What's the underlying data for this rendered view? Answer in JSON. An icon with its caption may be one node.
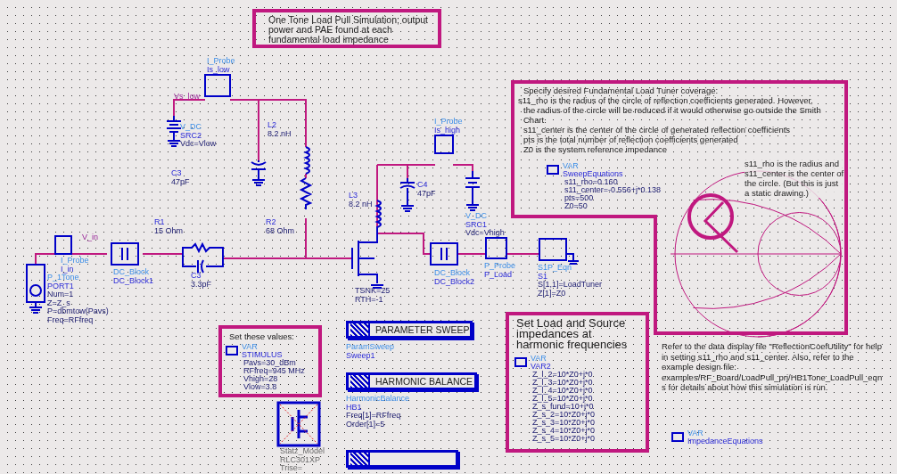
{
  "diagram": {
    "nodes": [
      {
        "text": [
          "One Tone Load Pull Simulation; output power and PAE found at each fundamental load impedance"
        ]
      },
      {
        "text": [
          "Specify desired Fundamental Load Tuner coverage:",
          "s11_rho is the radius of the circle of reflection coefficients generated. However, the radius of the circle will be reduced if it would otherwise go outside the Smith Chart.",
          "s11_center is the center of the circle of generated reflection coefficients",
          "pts is the total number of reflection coefficients generated",
          "Z0 is the system reference impedance",
          "s11_rho is the radius and s11_center is the center of the circle. (But this is just a static drawing.)"
        ]
      },
      {
        "text": [
          "VAR",
          "SweepEquations",
          "s11_rho=0.160",
          "s11_center=-0.556+j*0.138",
          "pts=500",
          "Z0=50"
        ],
        "in": 1
      },
      {
        "text": [
          "Set these values:"
        ]
      },
      {
        "text": [
          "VAR",
          "STIMULUS",
          "Pavs=30_dBm",
          "RFfreq=945 MHz",
          "Vhigh=28",
          "Vlow=3.8"
        ],
        "in": 3
      },
      {
        "text": [
          "Set Load and Source impedances at harmonic frequencies"
        ]
      },
      {
        "text": [
          "VAR",
          "VAR2",
          "Z_l_2=10*Z0+j*0",
          "Z_l_3=10*Z0+j*0",
          "Z_l_4=10*Z0+j*0",
          "Z_l_5=10*Z0+j*0",
          "Z_s_fund=10+j*0",
          "Z_s_2=10*Z0+j*0",
          "Z_s_3=10*Z0+j*0",
          "Z_s_4=10*Z0+j*0",
          "Z_s_5=10*Z0+j*0"
        ],
        "in": 5
      },
      {
        "text": [
          "PARAMETER SWEEP"
        ],
        "beside": [
          "ParamSweep",
          "Sweep1"
        ]
      },
      {
        "text": [
          "HARMONIC BALANCE"
        ],
        "beside": [
          "HarmonicBalance",
          "HB1",
          "Freq[1]=RFfreq",
          "Order[1]=5"
        ]
      },
      {
        "text": [],
        "shape": "box"
      },
      {
        "text": [
          "VAR",
          "ImpedanceEquations"
        ]
      }
    ],
    "edges": [],
    "labels": [
      "I_Probe",
      "Is_low",
      "Vs_low",
      "V_DC",
      "SRC2",
      "Vdc=Vlow",
      "L2",
      "8.2 nH",
      "C3",
      "47pF",
      "R1",
      "15 Ohm",
      "R2",
      "68 Ohm",
      "V_in",
      "I_Probe",
      "I_in",
      "DC_Block",
      "DC_Block1",
      "C3",
      "3.3pF",
      "P_1Tone",
      "PORT1",
      "Num=1",
      "Z=Z_s",
      "P=dbmtow(Pavs)",
      "Freq=RFfreq",
      "I_Probe",
      "Is_high",
      "C4",
      "47pF",
      "L3",
      "8.2 nH",
      "V_DC",
      "SRC1",
      "Vdc=Vhigh",
      "TSNK=25",
      "RTH=-1",
      "DC_Block",
      "DC_Block2",
      "P_Probe",
      "P_Load",
      "S1P_Eqn",
      "S1",
      "S[1,1]=LoadTuner",
      "Z[1]=Z0",
      "Statz_Model",
      "RLC301XP",
      "Trise=",
      "Refer to the data display file \"ReflectionCoefUtility\" for help in setting s11_rho and s11_center. Also, refer to the example design file: examples/RF_Board/LoadPull_prj/HB1Tone_LoadPull_eqns for details about how this simulation is run."
    ]
  }
}
